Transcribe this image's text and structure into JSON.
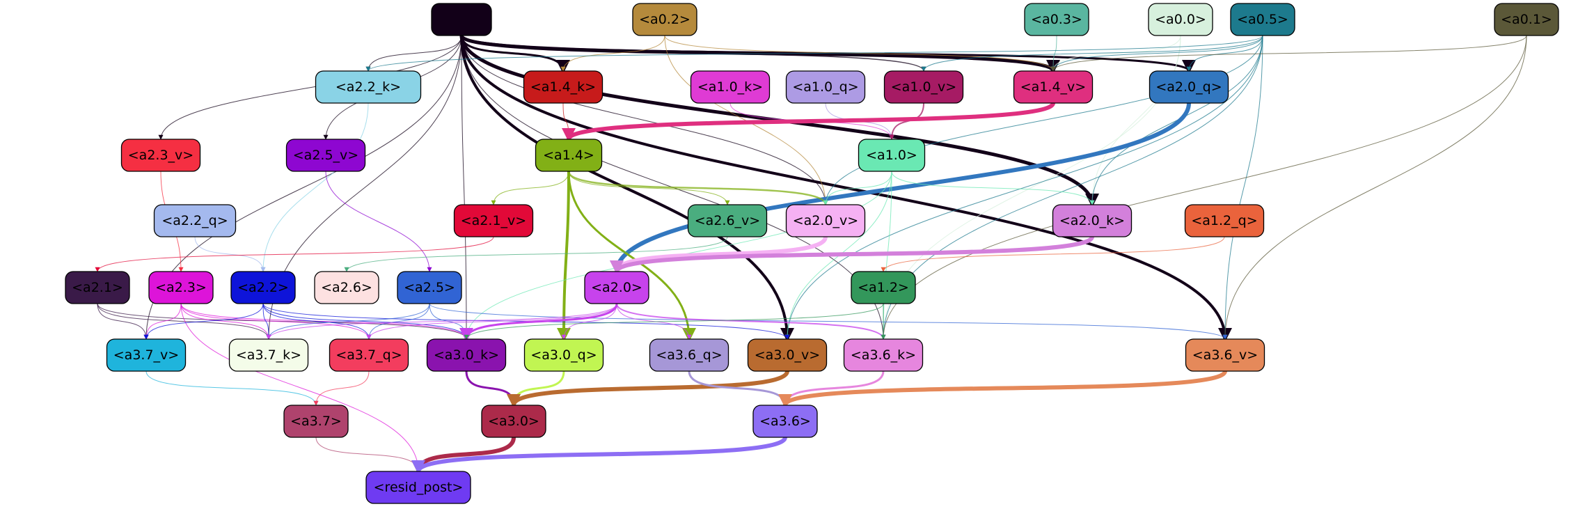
{
  "nodes": [
    {
      "id": "top",
      "label": "",
      "fill": "#120018",
      "text": "#ffffff"
    },
    {
      "id": "a0_2",
      "label": "<a0.2>",
      "fill": "#b58a3c",
      "text": "#000000"
    },
    {
      "id": "a0_3",
      "label": "<a0.3>",
      "fill": "#5ab6a0",
      "text": "#000000"
    },
    {
      "id": "a0_0",
      "label": "<a0.0>",
      "fill": "#d7f0dd",
      "text": "#000000"
    },
    {
      "id": "a0_5",
      "label": "<a0.5>",
      "fill": "#1d7a8d",
      "text": "#000000"
    },
    {
      "id": "a0_1",
      "label": "<a0.1>",
      "fill": "#5b5838",
      "text": "#000000"
    },
    {
      "id": "a2_2_k",
      "label": "<a2.2_k>",
      "fill": "#8ad3e6",
      "text": "#000000"
    },
    {
      "id": "a1_4_k",
      "label": "<a1.4_k>",
      "fill": "#c71b1b",
      "text": "#000000"
    },
    {
      "id": "a1_0_k",
      "label": "<a1.0_k>",
      "fill": "#df3bd4",
      "text": "#000000"
    },
    {
      "id": "a1_0_q",
      "label": "<a1.0_q>",
      "fill": "#ad9be4",
      "text": "#000000"
    },
    {
      "id": "a1_0_v",
      "label": "<a1.0_v>",
      "fill": "#a61b64",
      "text": "#000000"
    },
    {
      "id": "a1_4_v",
      "label": "<a1.4_v>",
      "fill": "#df2f7f",
      "text": "#000000"
    },
    {
      "id": "a2_0_q",
      "label": "<a2.0_q>",
      "fill": "#3277bf",
      "text": "#000000"
    },
    {
      "id": "a2_3_v",
      "label": "<a2.3_v>",
      "fill": "#f52f42",
      "text": "#000000"
    },
    {
      "id": "a2_5_v",
      "label": "<a2.5_v>",
      "fill": "#8e07d1",
      "text": "#000000"
    },
    {
      "id": "a1_4",
      "label": "<a1.4>",
      "fill": "#82b016",
      "text": "#000000"
    },
    {
      "id": "a1_0",
      "label": "<a1.0>",
      "fill": "#6ae8b3",
      "text": "#000000"
    },
    {
      "id": "a2_2_q",
      "label": "<a2.2_q>",
      "fill": "#a4b9ee",
      "text": "#000000"
    },
    {
      "id": "a2_1_v",
      "label": "<a2.1_v>",
      "fill": "#e20938",
      "text": "#000000"
    },
    {
      "id": "a2_6_v",
      "label": "<a2.6_v>",
      "fill": "#4aad7f",
      "text": "#000000"
    },
    {
      "id": "a2_0_v",
      "label": "<a2.0_v>",
      "fill": "#f5b1f3",
      "text": "#000000"
    },
    {
      "id": "a2_0_k",
      "label": "<a2.0_k>",
      "fill": "#d380db",
      "text": "#000000"
    },
    {
      "id": "a1_2_q",
      "label": "<a1.2_q>",
      "fill": "#ea633c",
      "text": "#000000"
    },
    {
      "id": "a2_1",
      "label": "<a2.1>",
      "fill": "#3a1a48",
      "text": "#000000"
    },
    {
      "id": "a2_3",
      "label": "<a2.3>",
      "fill": "#dd14d9",
      "text": "#000000"
    },
    {
      "id": "a2_2",
      "label": "<a2.2>",
      "fill": "#0e14d9",
      "text": "#000000"
    },
    {
      "id": "a2_6",
      "label": "<a2.6>",
      "fill": "#fde1e1",
      "text": "#000000"
    },
    {
      "id": "a2_5",
      "label": "<a2.5>",
      "fill": "#3164d4",
      "text": "#000000"
    },
    {
      "id": "a2_0",
      "label": "<a2.0>",
      "fill": "#c743ec",
      "text": "#000000"
    },
    {
      "id": "a1_2",
      "label": "<a1.2>",
      "fill": "#33975b",
      "text": "#000000"
    },
    {
      "id": "a3_7_v",
      "label": "<a3.7_v>",
      "fill": "#1fb4dc",
      "text": "#000000"
    },
    {
      "id": "a3_7_k",
      "label": "<a3.7_k>",
      "fill": "#f4fce9",
      "text": "#000000"
    },
    {
      "id": "a3_7_q",
      "label": "<a3.7_q>",
      "fill": "#f33d5e",
      "text": "#000000"
    },
    {
      "id": "a3_0_k",
      "label": "<a3.0_k>",
      "fill": "#8a13ae",
      "text": "#000000"
    },
    {
      "id": "a3_0_q",
      "label": "<a3.0_q>",
      "fill": "#c1f552",
      "text": "#000000"
    },
    {
      "id": "a3_6_q",
      "label": "<a3.6_q>",
      "fill": "#a697d7",
      "text": "#000000"
    },
    {
      "id": "a3_0_v",
      "label": "<a3.0_v>",
      "fill": "#b96b30",
      "text": "#000000"
    },
    {
      "id": "a3_6_k",
      "label": "<a3.6_k>",
      "fill": "#e686de",
      "text": "#000000"
    },
    {
      "id": "a3_6_v",
      "label": "<a3.6_v>",
      "fill": "#e5895a",
      "text": "#000000"
    },
    {
      "id": "a3_7",
      "label": "<a3.7>",
      "fill": "#af436d",
      "text": "#000000"
    },
    {
      "id": "a3_0",
      "label": "<a3.0>",
      "fill": "#ac2a4a",
      "text": "#000000"
    },
    {
      "id": "a3_6",
      "label": "<a3.6>",
      "fill": "#8d6ef4",
      "text": "#000000"
    },
    {
      "id": "resid_post",
      "label": "<resid_post>",
      "fill": "#6f3bf2",
      "text": "#000000"
    }
  ],
  "edges": [
    {
      "from": "top",
      "to": "a1_4_v",
      "color": "#120018",
      "weight": 5
    },
    {
      "from": "top",
      "to": "a2_0_k",
      "color": "#120018",
      "weight": 5
    },
    {
      "from": "top",
      "to": "a2_0_q",
      "color": "#120018",
      "weight": 3
    },
    {
      "from": "top",
      "to": "a1_4_k",
      "color": "#120018",
      "weight": 3
    },
    {
      "from": "top",
      "to": "a3_0_v",
      "color": "#120018",
      "weight": 4
    },
    {
      "from": "top",
      "to": "a3_6_v",
      "color": "#120018",
      "weight": 4
    },
    {
      "from": "top",
      "to": "a1_0_v",
      "color": "#120018",
      "weight": 1.5
    },
    {
      "from": "top",
      "to": "a2_2_k",
      "color": "#120018",
      "weight": 1
    },
    {
      "from": "top",
      "to": "a2_3_v",
      "color": "#120018",
      "weight": 1
    },
    {
      "from": "top",
      "to": "a2_5_v",
      "color": "#120018",
      "weight": 1
    },
    {
      "from": "top",
      "to": "a2_0_v",
      "color": "#120018",
      "weight": 1
    },
    {
      "from": "top",
      "to": "a3_0_k",
      "color": "#120018",
      "weight": 1
    },
    {
      "from": "top",
      "to": "a3_6_k",
      "color": "#120018",
      "weight": 1
    },
    {
      "from": "top",
      "to": "a3_7_v",
      "color": "#120018",
      "weight": 1
    },
    {
      "from": "top",
      "to": "a3_7_k",
      "color": "#120018",
      "weight": 1
    },
    {
      "from": "a0_2",
      "to": "a1_4_k",
      "color": "#b58a3c",
      "weight": 1
    },
    {
      "from": "a0_2",
      "to": "a1_4_v",
      "color": "#b58a3c",
      "weight": 1
    },
    {
      "from": "a0_2",
      "to": "a2_0_v",
      "color": "#b58a3c",
      "weight": 1
    },
    {
      "from": "a0_3",
      "to": "a1_4_v",
      "color": "#5ab6a0",
      "weight": 1
    },
    {
      "from": "a0_0",
      "to": "a1_4_v",
      "color": "#d7f0dd",
      "weight": 1
    },
    {
      "from": "a0_0",
      "to": "a2_0_k",
      "color": "#d7f0dd",
      "weight": 1
    },
    {
      "from": "a0_0",
      "to": "a3_6_k",
      "color": "#d7f0dd",
      "weight": 1
    },
    {
      "from": "a0_5",
      "to": "a1_0_v",
      "color": "#1d7a8d",
      "weight": 1
    },
    {
      "from": "a0_5",
      "to": "a1_4_v",
      "color": "#1d7a8d",
      "weight": 1
    },
    {
      "from": "a0_5",
      "to": "a2_0_q",
      "color": "#1d7a8d",
      "weight": 1
    },
    {
      "from": "a0_5",
      "to": "a2_2_k",
      "color": "#1d7a8d",
      "weight": 1
    },
    {
      "from": "a0_5",
      "to": "a2_0_k",
      "color": "#1d7a8d",
      "weight": 1
    },
    {
      "from": "a0_5",
      "to": "a2_0_v",
      "color": "#1d7a8d",
      "weight": 1
    },
    {
      "from": "a0_5",
      "to": "a3_6_v",
      "color": "#1d7a8d",
      "weight": 1
    },
    {
      "from": "a0_5",
      "to": "a3_6_k",
      "color": "#1d7a8d",
      "weight": 1
    },
    {
      "from": "a0_5",
      "to": "a3_0_v",
      "color": "#1d7a8d",
      "weight": 1
    },
    {
      "from": "a0_1",
      "to": "a1_4_v",
      "color": "#5b5838",
      "weight": 1
    },
    {
      "from": "a0_1",
      "to": "a3_6_v",
      "color": "#5b5838",
      "weight": 1
    },
    {
      "from": "a0_1",
      "to": "a3_6_k",
      "color": "#5b5838",
      "weight": 1
    },
    {
      "from": "a2_2_k",
      "to": "a2_2",
      "color": "#8ad3e6",
      "weight": 1
    },
    {
      "from": "a1_4_k",
      "to": "a1_4",
      "color": "#c71b1b",
      "weight": 1
    },
    {
      "from": "a1_0_k",
      "to": "a1_0",
      "color": "#df3bd4",
      "weight": 1
    },
    {
      "from": "a1_0_q",
      "to": "a1_0",
      "color": "#ad9be4",
      "weight": 1
    },
    {
      "from": "a1_0_v",
      "to": "a1_0",
      "color": "#a61b64",
      "weight": 2
    },
    {
      "from": "a1_4_v",
      "to": "a1_4",
      "color": "#df2f7f",
      "weight": 6
    },
    {
      "from": "a2_0_q",
      "to": "a2_0",
      "color": "#3277bf",
      "weight": 6
    },
    {
      "from": "a2_3_v",
      "to": "a2_3",
      "color": "#f52f42",
      "weight": 1
    },
    {
      "from": "a2_5_v",
      "to": "a2_5",
      "color": "#8e07d1",
      "weight": 1
    },
    {
      "from": "a1_4",
      "to": "a2_0_v",
      "color": "#82b016",
      "weight": 2.5
    },
    {
      "from": "a1_4",
      "to": "a2_6_v",
      "color": "#82b016",
      "weight": 1
    },
    {
      "from": "a1_4",
      "to": "a2_1_v",
      "color": "#82b016",
      "weight": 1
    },
    {
      "from": "a1_4",
      "to": "a3_0_q",
      "color": "#82b016",
      "weight": 4
    },
    {
      "from": "a1_4",
      "to": "a3_6_q",
      "color": "#82b016",
      "weight": 3
    },
    {
      "from": "a1_0",
      "to": "a2_0_v",
      "color": "#6ae8b3",
      "weight": 1
    },
    {
      "from": "a1_0",
      "to": "a2_0_k",
      "color": "#6ae8b3",
      "weight": 1
    },
    {
      "from": "a1_0",
      "to": "a3_6_k",
      "color": "#6ae8b3",
      "weight": 1
    },
    {
      "from": "a1_0",
      "to": "a3_0_v",
      "color": "#6ae8b3",
      "weight": 1
    },
    {
      "from": "a1_0",
      "to": "a3_0_k",
      "color": "#6ae8b3",
      "weight": 1
    },
    {
      "from": "a2_2_q",
      "to": "a2_2",
      "color": "#a4b9ee",
      "weight": 1
    },
    {
      "from": "a2_1_v",
      "to": "a2_1",
      "color": "#e20938",
      "weight": 1
    },
    {
      "from": "a2_6_v",
      "to": "a2_6",
      "color": "#4aad7f",
      "weight": 1
    },
    {
      "from": "a2_0_v",
      "to": "a2_0",
      "color": "#f5b1f3",
      "weight": 6
    },
    {
      "from": "a2_0_k",
      "to": "a2_0",
      "color": "#d380db",
      "weight": 6
    },
    {
      "from": "a1_2_q",
      "to": "a1_2",
      "color": "#ea633c",
      "weight": 1
    },
    {
      "from": "a2_1",
      "to": "a3_7_v",
      "color": "#3a1a48",
      "weight": 1
    },
    {
      "from": "a2_1",
      "to": "a3_7_k",
      "color": "#3a1a48",
      "weight": 1
    },
    {
      "from": "a2_1",
      "to": "a3_0_k",
      "color": "#3a1a48",
      "weight": 1
    },
    {
      "from": "a2_3",
      "to": "a3_7_v",
      "color": "#dd14d9",
      "weight": 1
    },
    {
      "from": "a2_3",
      "to": "a3_7_k",
      "color": "#dd14d9",
      "weight": 1
    },
    {
      "from": "a2_3",
      "to": "a3_7_q",
      "color": "#dd14d9",
      "weight": 1
    },
    {
      "from": "a2_3",
      "to": "a3_0_k",
      "color": "#dd14d9",
      "weight": 1
    },
    {
      "from": "a2_3",
      "to": "resid_post",
      "color": "#dd14d9",
      "weight": 1
    },
    {
      "from": "a2_2",
      "to": "a3_7_v",
      "color": "#0e14d9",
      "weight": 1
    },
    {
      "from": "a2_2",
      "to": "a3_7_k",
      "color": "#0e14d9",
      "weight": 1
    },
    {
      "from": "a2_2",
      "to": "a3_7_q",
      "color": "#0e14d9",
      "weight": 1
    },
    {
      "from": "a2_2",
      "to": "a3_0_k",
      "color": "#0e14d9",
      "weight": 1
    },
    {
      "from": "a2_2",
      "to": "a3_0_v",
      "color": "#0e14d9",
      "weight": 1
    },
    {
      "from": "a2_5",
      "to": "a3_7_k",
      "color": "#3164d4",
      "weight": 1
    },
    {
      "from": "a2_5",
      "to": "a3_7_q",
      "color": "#3164d4",
      "weight": 1
    },
    {
      "from": "a2_5",
      "to": "a3_0_k",
      "color": "#3164d4",
      "weight": 1
    },
    {
      "from": "a2_5",
      "to": "a3_6_v",
      "color": "#3164d4",
      "weight": 1
    },
    {
      "from": "a2_0",
      "to": "a3_0_k",
      "color": "#c743ec",
      "weight": 3
    },
    {
      "from": "a2_0",
      "to": "a3_0_q",
      "color": "#c743ec",
      "weight": 1
    },
    {
      "from": "a2_0",
      "to": "a3_6_q",
      "color": "#c743ec",
      "weight": 1
    },
    {
      "from": "a2_0",
      "to": "a3_6_k",
      "color": "#c743ec",
      "weight": 2
    },
    {
      "from": "a2_0",
      "to": "a3_7_q",
      "color": "#c743ec",
      "weight": 1
    },
    {
      "from": "a2_0",
      "to": "a3_7_k",
      "color": "#c743ec",
      "weight": 1
    },
    {
      "from": "a1_2",
      "to": "a3_6_k",
      "color": "#33975b",
      "weight": 1
    },
    {
      "from": "a1_2",
      "to": "a3_0_k",
      "color": "#33975b",
      "weight": 1
    },
    {
      "from": "a3_7_v",
      "to": "a3_7",
      "color": "#1fb4dc",
      "weight": 1
    },
    {
      "from": "a3_7_q",
      "to": "a3_7",
      "color": "#f33d5e",
      "weight": 1
    },
    {
      "from": "a3_0_k",
      "to": "a3_0",
      "color": "#8a13ae",
      "weight": 3
    },
    {
      "from": "a3_0_q",
      "to": "a3_0",
      "color": "#c1f552",
      "weight": 3
    },
    {
      "from": "a3_0_v",
      "to": "a3_0",
      "color": "#b96b30",
      "weight": 6
    },
    {
      "from": "a3_6_q",
      "to": "a3_6",
      "color": "#a697d7",
      "weight": 3
    },
    {
      "from": "a3_6_k",
      "to": "a3_6",
      "color": "#e686de",
      "weight": 3
    },
    {
      "from": "a3_6_v",
      "to": "a3_6",
      "color": "#e5895a",
      "weight": 6
    },
    {
      "from": "a3_7",
      "to": "resid_post",
      "color": "#af436d",
      "weight": 1
    },
    {
      "from": "a3_0",
      "to": "resid_post",
      "color": "#ac2a4a",
      "weight": 6
    },
    {
      "from": "a3_6",
      "to": "resid_post",
      "color": "#8d6ef4",
      "weight": 6
    }
  ]
}
